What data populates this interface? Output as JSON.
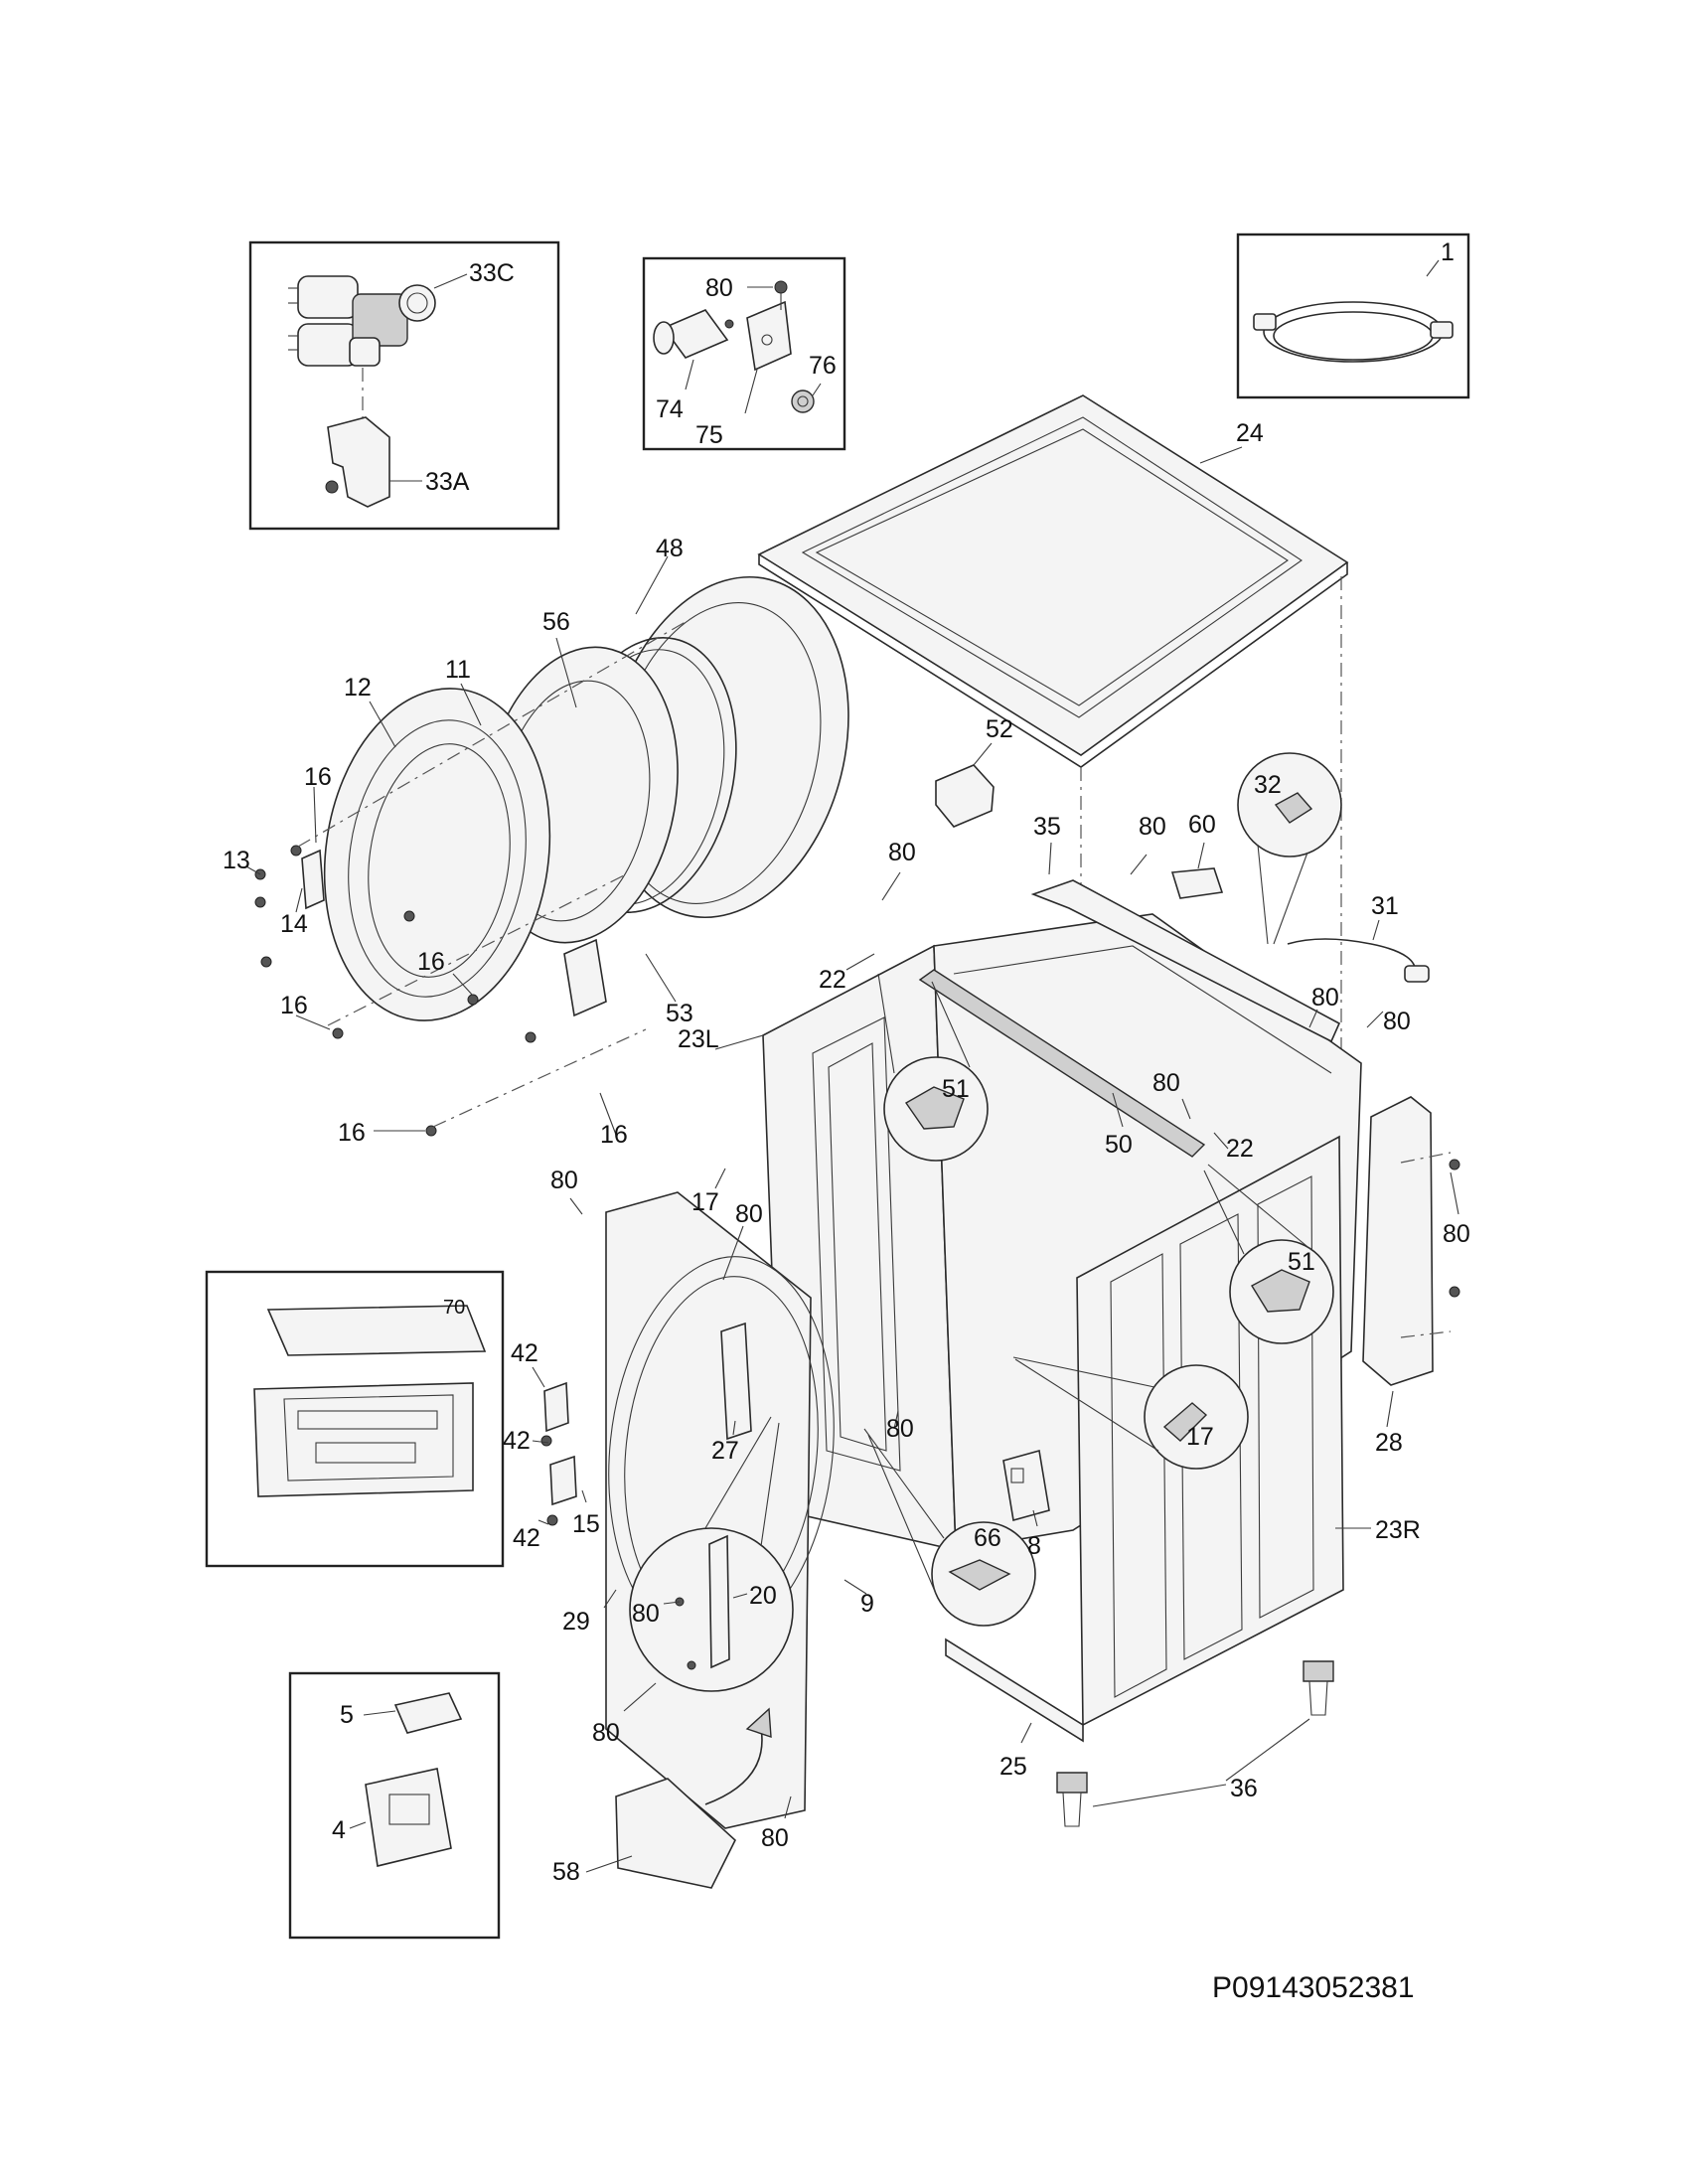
{
  "callouts": {
    "c1": "1",
    "c33C": "33C",
    "c33A": "33A",
    "c80a": "80",
    "c74": "74",
    "c75": "75",
    "c76": "76",
    "c24": "24",
    "c48": "48",
    "c56": "56",
    "c12": "12",
    "c11": "11",
    "c16a": "16",
    "c13": "13",
    "c14": "14",
    "c16b": "16",
    "c16c": "16",
    "c16d": "16",
    "c16e": "16",
    "c53": "53",
    "c52": "52",
    "c32": "32",
    "c35": "35",
    "c80b": "80",
    "c60": "60",
    "c80c": "80",
    "c22a": "22",
    "c31": "31",
    "c80d": "80",
    "c80e": "80",
    "c23L": "23L",
    "c51a": "51",
    "c80f": "80",
    "c50": "50",
    "c22b": "22",
    "c80g": "80",
    "c17a": "17",
    "c80h": "80",
    "c80i": "80",
    "c51b": "51",
    "c70": "70",
    "c42a": "42",
    "c42b": "42",
    "c42c": "42",
    "c15": "15",
    "c80j": "80",
    "c27": "27",
    "c17b": "17",
    "c28": "28",
    "c8": "8",
    "c66": "66",
    "c9": "9",
    "c23R": "23R",
    "c29": "29",
    "c80k": "80",
    "c20": "20",
    "c5": "5",
    "c4": "4",
    "c80l": "80",
    "c80m": "80",
    "c58": "58",
    "c25": "25",
    "c36": "36"
  },
  "drawing_code": "P09143052381"
}
